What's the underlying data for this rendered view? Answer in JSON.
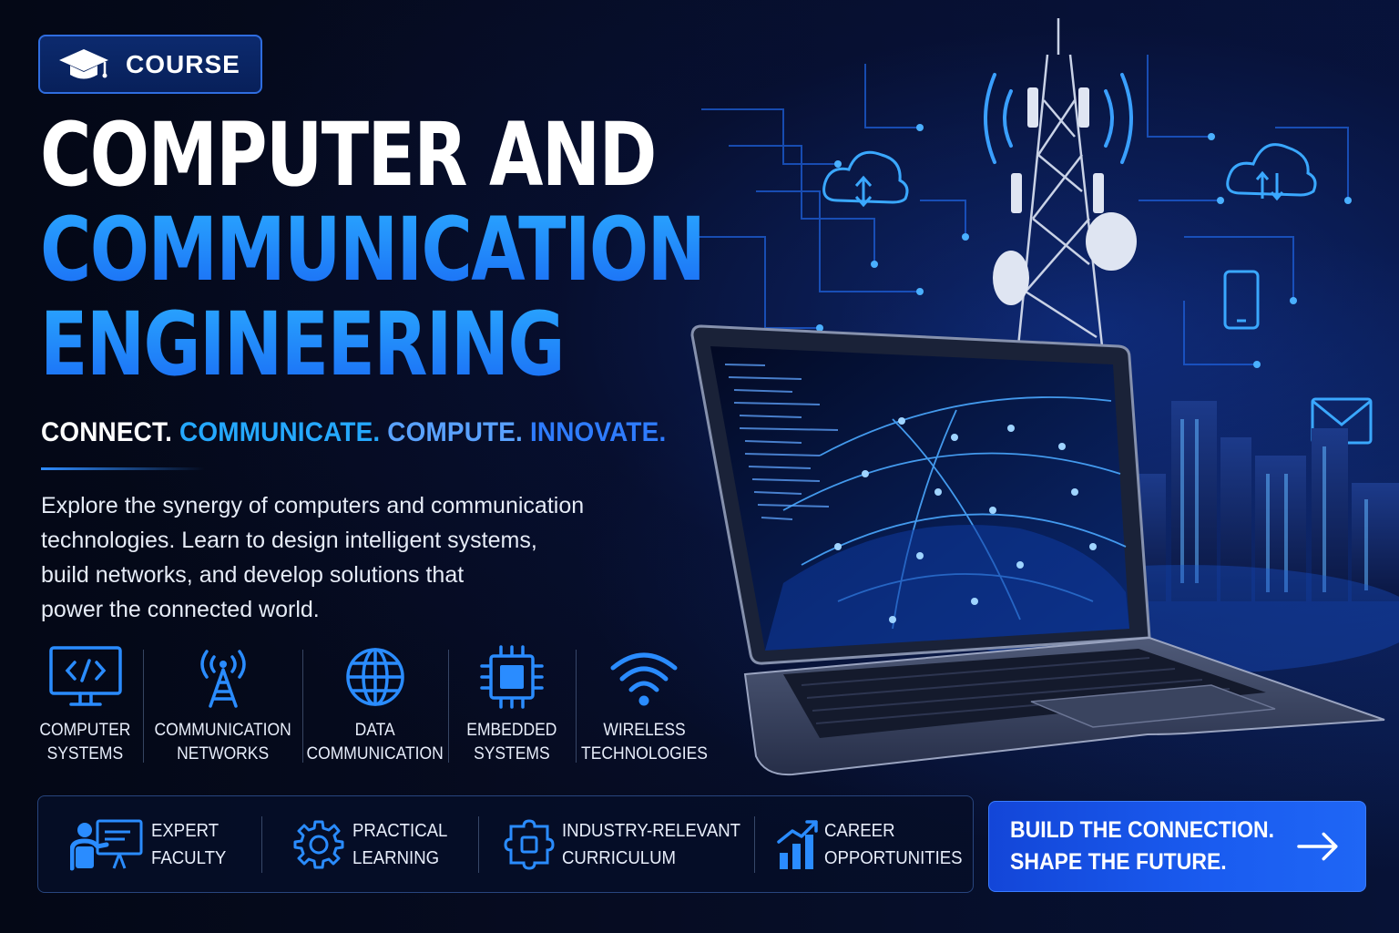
{
  "badge": {
    "label": "COURSE",
    "icon": "graduation-cap-icon"
  },
  "title": {
    "line1": "COMPUTER AND",
    "line2": "COMMUNICATION",
    "line3": "ENGINEERING"
  },
  "tagline": {
    "word1": "CONNECT.",
    "word2": "COMMUNICATE.",
    "word3": "COMPUTE.",
    "word4": "INNOVATE."
  },
  "description": {
    "line1": "Explore the synergy of computers and communication",
    "line2": "technologies. Learn to design intelligent systems,",
    "line3": "build networks, and develop solutions that",
    "line4": "power the connected world."
  },
  "features": [
    {
      "icon": "code-monitor-icon",
      "line1": "COMPUTER",
      "line2": "SYSTEMS"
    },
    {
      "icon": "radio-tower-icon",
      "line1": "COMMUNICATION",
      "line2": "NETWORKS"
    },
    {
      "icon": "globe-icon",
      "line1": "DATA",
      "line2": "COMMUNICATION"
    },
    {
      "icon": "microchip-icon",
      "line1": "EMBEDDED",
      "line2": "SYSTEMS"
    },
    {
      "icon": "wifi-icon",
      "line1": "WIRELESS",
      "line2": "TECHNOLOGIES"
    }
  ],
  "benefits": [
    {
      "icon": "instructor-icon",
      "line1": "EXPERT",
      "line2": "FACULTY"
    },
    {
      "icon": "gear-icon",
      "line1": "PRACTICAL",
      "line2": "LEARNING"
    },
    {
      "icon": "circuit-puzzle-icon",
      "line1": "INDUSTRY-RELEVANT",
      "line2": "CURRICULUM"
    },
    {
      "icon": "growth-chart-icon",
      "line1": "CAREER",
      "line2": "OPPORTUNITIES"
    }
  ],
  "cta": {
    "line1": "BUILD THE CONNECTION.",
    "line2": "SHAPE THE FUTURE.",
    "icon": "arrow-right-icon"
  },
  "colors": {
    "background": "#050a1c",
    "accent_blue": "#1a6cf5",
    "accent_cyan": "#25a9ff",
    "cta_blue": "#1a5cf0",
    "icon_blue": "#2a8cff"
  },
  "illustration": {
    "icons": [
      "laptop-icon",
      "world-map-icon",
      "cell-tower-icon",
      "cloud-sync-icon",
      "smartphone-icon",
      "mail-icon",
      "city-skyline-icon"
    ]
  }
}
